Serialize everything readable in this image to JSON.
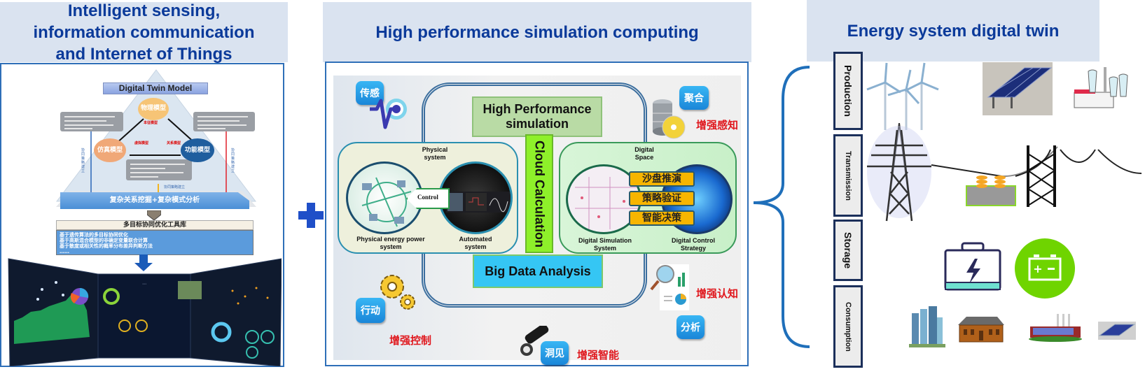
{
  "sections": {
    "left": {
      "title": "Intelligent sensing, information communication and Internet of Things",
      "title_lines": [
        "Intelligent sensing,",
        "information communication",
        "and Internet of Things"
      ],
      "model_title": "Digital Twin Model",
      "nodes": {
        "physical": "物理模型",
        "simulation": "仿真模型",
        "function": "功能模型"
      },
      "edge_labels": {
        "top": "本征模型",
        "left": "虚拟模型",
        "right": "关系模型"
      },
      "side_note": "协同策略建立",
      "bottom_note": "协同策略建立",
      "analysis_bar": "复杂关系挖掘+复杂模式分析",
      "toolbox_title": "多目标协同优化工具库",
      "toolbox_items": [
        "基于遗传算法的多目标协同优化",
        "基于高斯混合模型的非确定变量联合计算",
        "基于散度或相关性的概率分布差异判断方法",
        "……"
      ]
    },
    "middle": {
      "title": "High performance simulation computing",
      "hps": "High Performance simulation",
      "hps_lines": [
        "High Performance",
        "simulation"
      ],
      "cloud": "Cloud Calculation",
      "bigdata": "Big Data Analysis",
      "physical_system": "Physical system",
      "physical_power": "Physical energy power system",
      "automated": "Automated system",
      "control": "Control",
      "digital_space": "Digital Space",
      "digital_sim": "Digital Simulation System",
      "digital_control": "Digital Control Strategy",
      "strategies": [
        "沙盘推演",
        "策略验证",
        "智能决策"
      ],
      "buttons": {
        "sensing": "传感",
        "aggregate": "聚合",
        "action": "行动",
        "analysis": "分析",
        "insight": "洞见"
      },
      "red_labels": {
        "perception": "增强感知",
        "cognition": "增强认知",
        "control": "增强控制",
        "intelligence": "增强智能"
      }
    },
    "right": {
      "title": "Energy system digital twin",
      "categories": [
        "Production",
        "Transmission",
        "Storage",
        "Consumption"
      ]
    }
  },
  "colors": {
    "header_bg": "#dae3f0",
    "header_text": "#0b3a9a",
    "brace": "#1f6fba",
    "plus": "#1f4fc8",
    "cloud": "#8ef02a",
    "bigdata": "#35c6f4",
    "hps": "#b9dba5",
    "strategy": "#f7b500"
  }
}
